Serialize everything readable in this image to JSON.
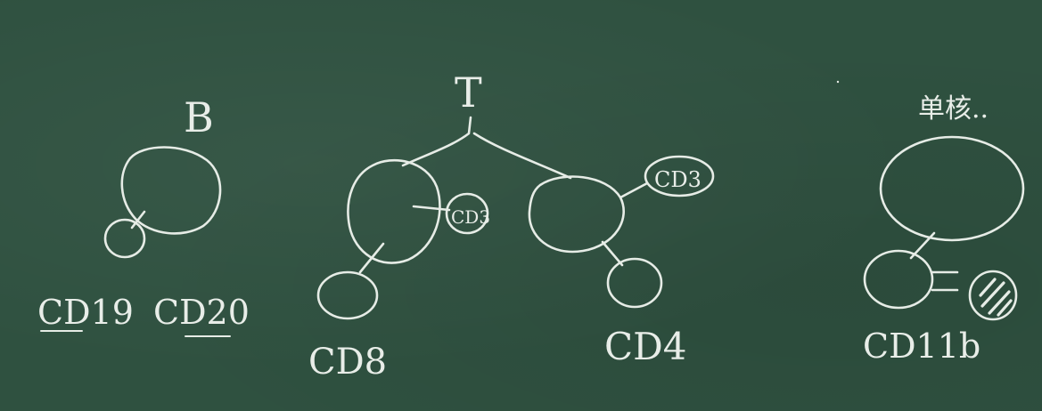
{
  "groups": [
    {
      "id": "b-cell",
      "title": "B",
      "markers": [
        "CD19",
        "CD20"
      ]
    },
    {
      "id": "t-cell",
      "title": "T",
      "branches": [
        {
          "id": "t-left",
          "attached_marker": "CD3",
          "marker": "CD8"
        },
        {
          "id": "t-right",
          "attached_marker": "CD3",
          "marker": "CD4"
        }
      ]
    },
    {
      "id": "monocyte",
      "title": "单核..",
      "marker": "CD11b"
    }
  ]
}
